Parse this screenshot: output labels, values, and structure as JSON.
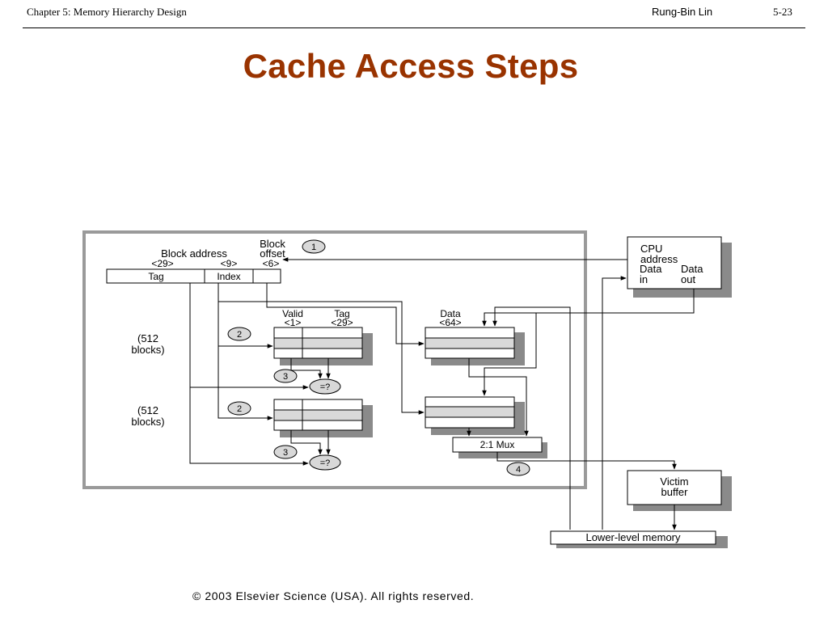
{
  "header": {
    "chapter": "Chapter 5: Memory Hierarchy Design",
    "author": "Rung-Bin Lin",
    "page": "5-23"
  },
  "title": "Cache Access Steps",
  "diagram": {
    "address": {
      "block_address": "Block address",
      "block_offset_1": "Block",
      "block_offset_2": "offset",
      "tag_width": "<29>",
      "index_width": "<9>",
      "offset_width": "<6>",
      "tag": "Tag",
      "index": "Index"
    },
    "tag_array": {
      "valid": "Valid",
      "valid_width": "<1>",
      "tag": "Tag",
      "tag_width": "<29>"
    },
    "data_array": {
      "data": "Data",
      "data_width": "<64>"
    },
    "bank_label_1": "(512",
    "bank_label_2": "blocks)",
    "compare": "=?",
    "mux": "2:1 Mux",
    "cpu": {
      "line1": "CPU",
      "line2": "address",
      "data_in_1": "Data",
      "data_in_2": "in",
      "data_out_1": "Data",
      "data_out_2": "out"
    },
    "victim_1": "Victim",
    "victim_2": "buffer",
    "lower_memory": "Lower-level memory",
    "steps": [
      "1",
      "2",
      "3",
      "4"
    ]
  },
  "copyright": "© 2003 Elsevier Science (USA). All rights reserved."
}
